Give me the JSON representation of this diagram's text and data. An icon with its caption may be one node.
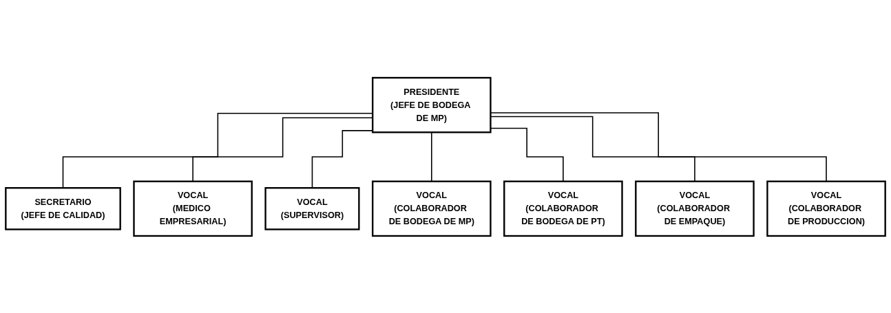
{
  "diagram": {
    "nodes": [
      {
        "text": [
          "PRESIDENTE",
          "(JEFE DE BODEGA DE MP)"
        ]
      },
      {
        "text": [
          "SECRETARIO",
          "(JEFE DE CALIDAD)"
        ]
      },
      {
        "text": [
          "VOCAL",
          "(MEDICO EMPRESARIAL)"
        ]
      },
      {
        "text": [
          "VOCAL",
          "(SUPERVISOR)"
        ]
      },
      {
        "text": [
          "VOCAL",
          "(COLABORADOR DE BODEGA DE MP)"
        ]
      },
      {
        "text": [
          "VOCAL",
          "(COLABORADOR DE BODEGA DE PT)"
        ]
      },
      {
        "text": [
          "VOCAL",
          "(COLABORADOR DE EMPAQUE)"
        ]
      },
      {
        "text": [
          "VOCAL",
          "(COLABORADOR DE PRODUCCION)"
        ]
      }
    ],
    "edges": [
      {
        "from": 0,
        "to": 1,
        "arrow": "none"
      },
      {
        "from": 0,
        "to": 2,
        "arrow": "none"
      },
      {
        "from": 0,
        "to": 3,
        "arrow": "none"
      },
      {
        "from": 0,
        "to": 4,
        "arrow": "none"
      },
      {
        "from": 0,
        "to": 5,
        "arrow": "none"
      },
      {
        "from": 0,
        "to": 6,
        "arrow": "none"
      },
      {
        "from": 0,
        "to": 7,
        "arrow": "none"
      }
    ]
  }
}
